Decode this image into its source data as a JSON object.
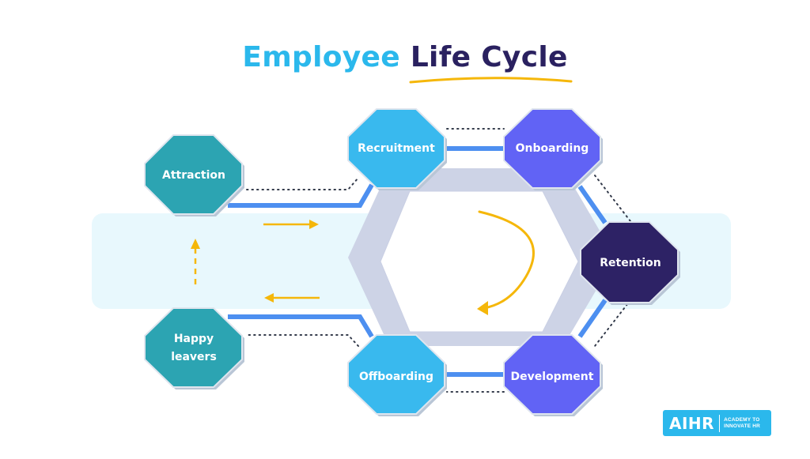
{
  "title": {
    "part1": "Employee",
    "part2": "Life Cycle"
  },
  "stages": {
    "attraction": "Attraction",
    "recruitment": "Recruitment",
    "onboarding": "Onboarding",
    "retention": "Retention",
    "development": "Development",
    "offboarding": "Offboarding",
    "happy_leavers_line1": "Happy",
    "happy_leavers_line2": "leavers"
  },
  "logo": {
    "mark": "AIHR",
    "tagline_line1": "ACADEMY TO",
    "tagline_line2": "INNOVATE HR"
  },
  "colors": {
    "title_light": "#2bb8ec",
    "title_dark": "#2a2160",
    "underline": "#f5b70a",
    "teal": "#2ca4b2",
    "light_blue": "#39b9ee",
    "violet": "#6163f5",
    "dark_purple": "#2d2265",
    "connector": "#4d8ff0",
    "arrow": "#f5b70a"
  }
}
